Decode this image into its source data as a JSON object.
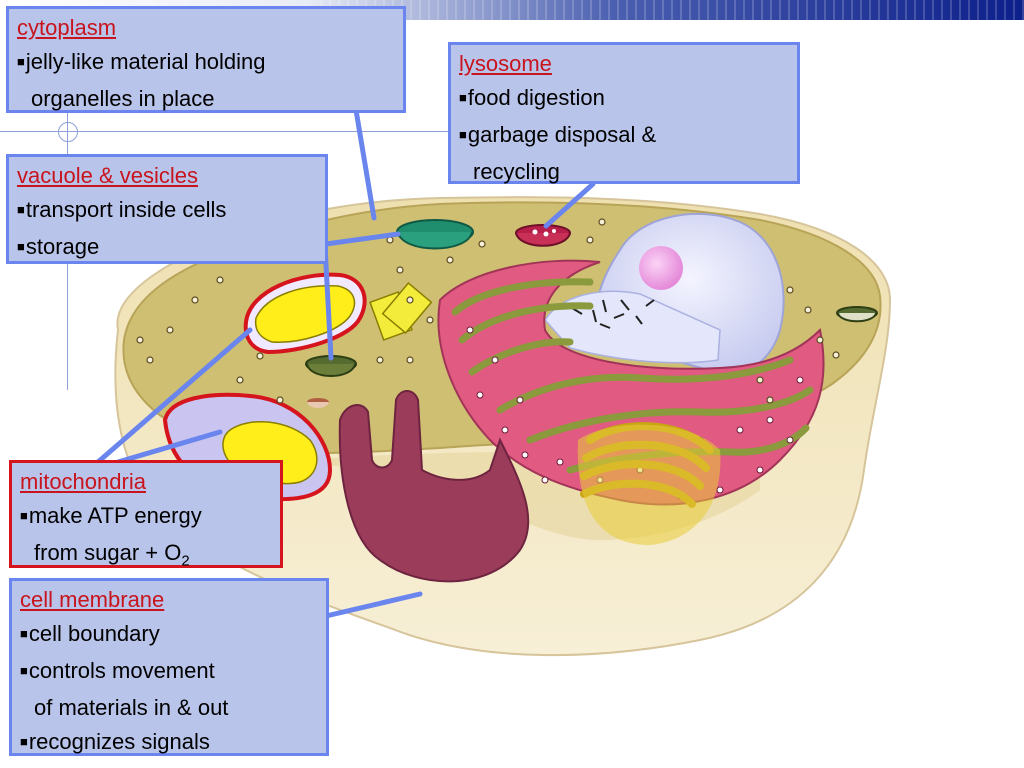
{
  "colors": {
    "callout_fill": "#b9c4ea",
    "callout_border": "#6a86ee",
    "callout_border_highlight": "#d6141e",
    "title_text": "#c8141c",
    "leader_line": "#6a86ee",
    "cytoplasm": "#cfbf72",
    "membrane": "#f3e6c2",
    "rough_er": "#e05a82",
    "er_ribbon": "#8a9a3c",
    "nucleus": "#d9dbf5",
    "nucleolus": "#f2a6e6",
    "mitochondria_membrane": "#d6141e",
    "mitochondria_cristae": "#ffee1a",
    "golgi": "#e3c228",
    "vacuole": "#1f8e6e",
    "lysosome": "#b81e4a",
    "smooth_er": "#9a3c5a"
  },
  "callouts": {
    "cytoplasm": {
      "title": "cytoplasm",
      "bullet_1": "jelly-like material holding",
      "bullet_1_cont": "organelles in place"
    },
    "lysosome": {
      "title": "lysosome",
      "bullet_1": "food digestion",
      "bullet_2": "garbage disposal &",
      "bullet_2_cont": "recycling"
    },
    "vacuole": {
      "title": "vacuole & vesicles",
      "bullet_1": "transport inside cells",
      "bullet_2": "storage"
    },
    "mitochondria": {
      "title": "mitochondria",
      "bullet_1": "make ATP energy",
      "bullet_2_cont": "from sugar + O",
      "bullet_2_sub": "2"
    },
    "membrane": {
      "title": "cell membrane",
      "bullet_1": "cell boundary",
      "bullet_2": "controls movement",
      "bullet_2_cont": "of materials in & out",
      "bullet_3": "recognizes signals"
    }
  }
}
